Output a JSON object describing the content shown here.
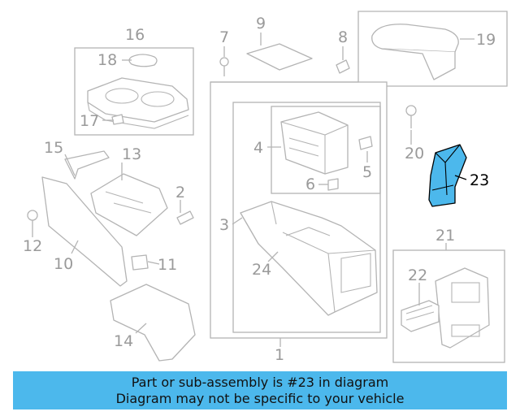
{
  "callouts": {
    "c1": "1",
    "c2": "2",
    "c3": "3",
    "c4": "4",
    "c5": "5",
    "c6": "6",
    "c7": "7",
    "c8": "8",
    "c9": "9",
    "c10": "10",
    "c11": "11",
    "c12": "12",
    "c13": "13",
    "c14": "14",
    "c15": "15",
    "c16": "16",
    "c17": "17",
    "c18": "18",
    "c19": "19",
    "c20": "20",
    "c21": "21",
    "c22": "22",
    "c23": "23",
    "c24": "24"
  },
  "highlight": {
    "part": "23",
    "color": "#4cb8ec"
  },
  "banner": {
    "line1": "Part or sub-assembly is #23 in diagram",
    "line2": "Diagram may not be specific to your vehicle",
    "color": "#4cb8ec"
  }
}
